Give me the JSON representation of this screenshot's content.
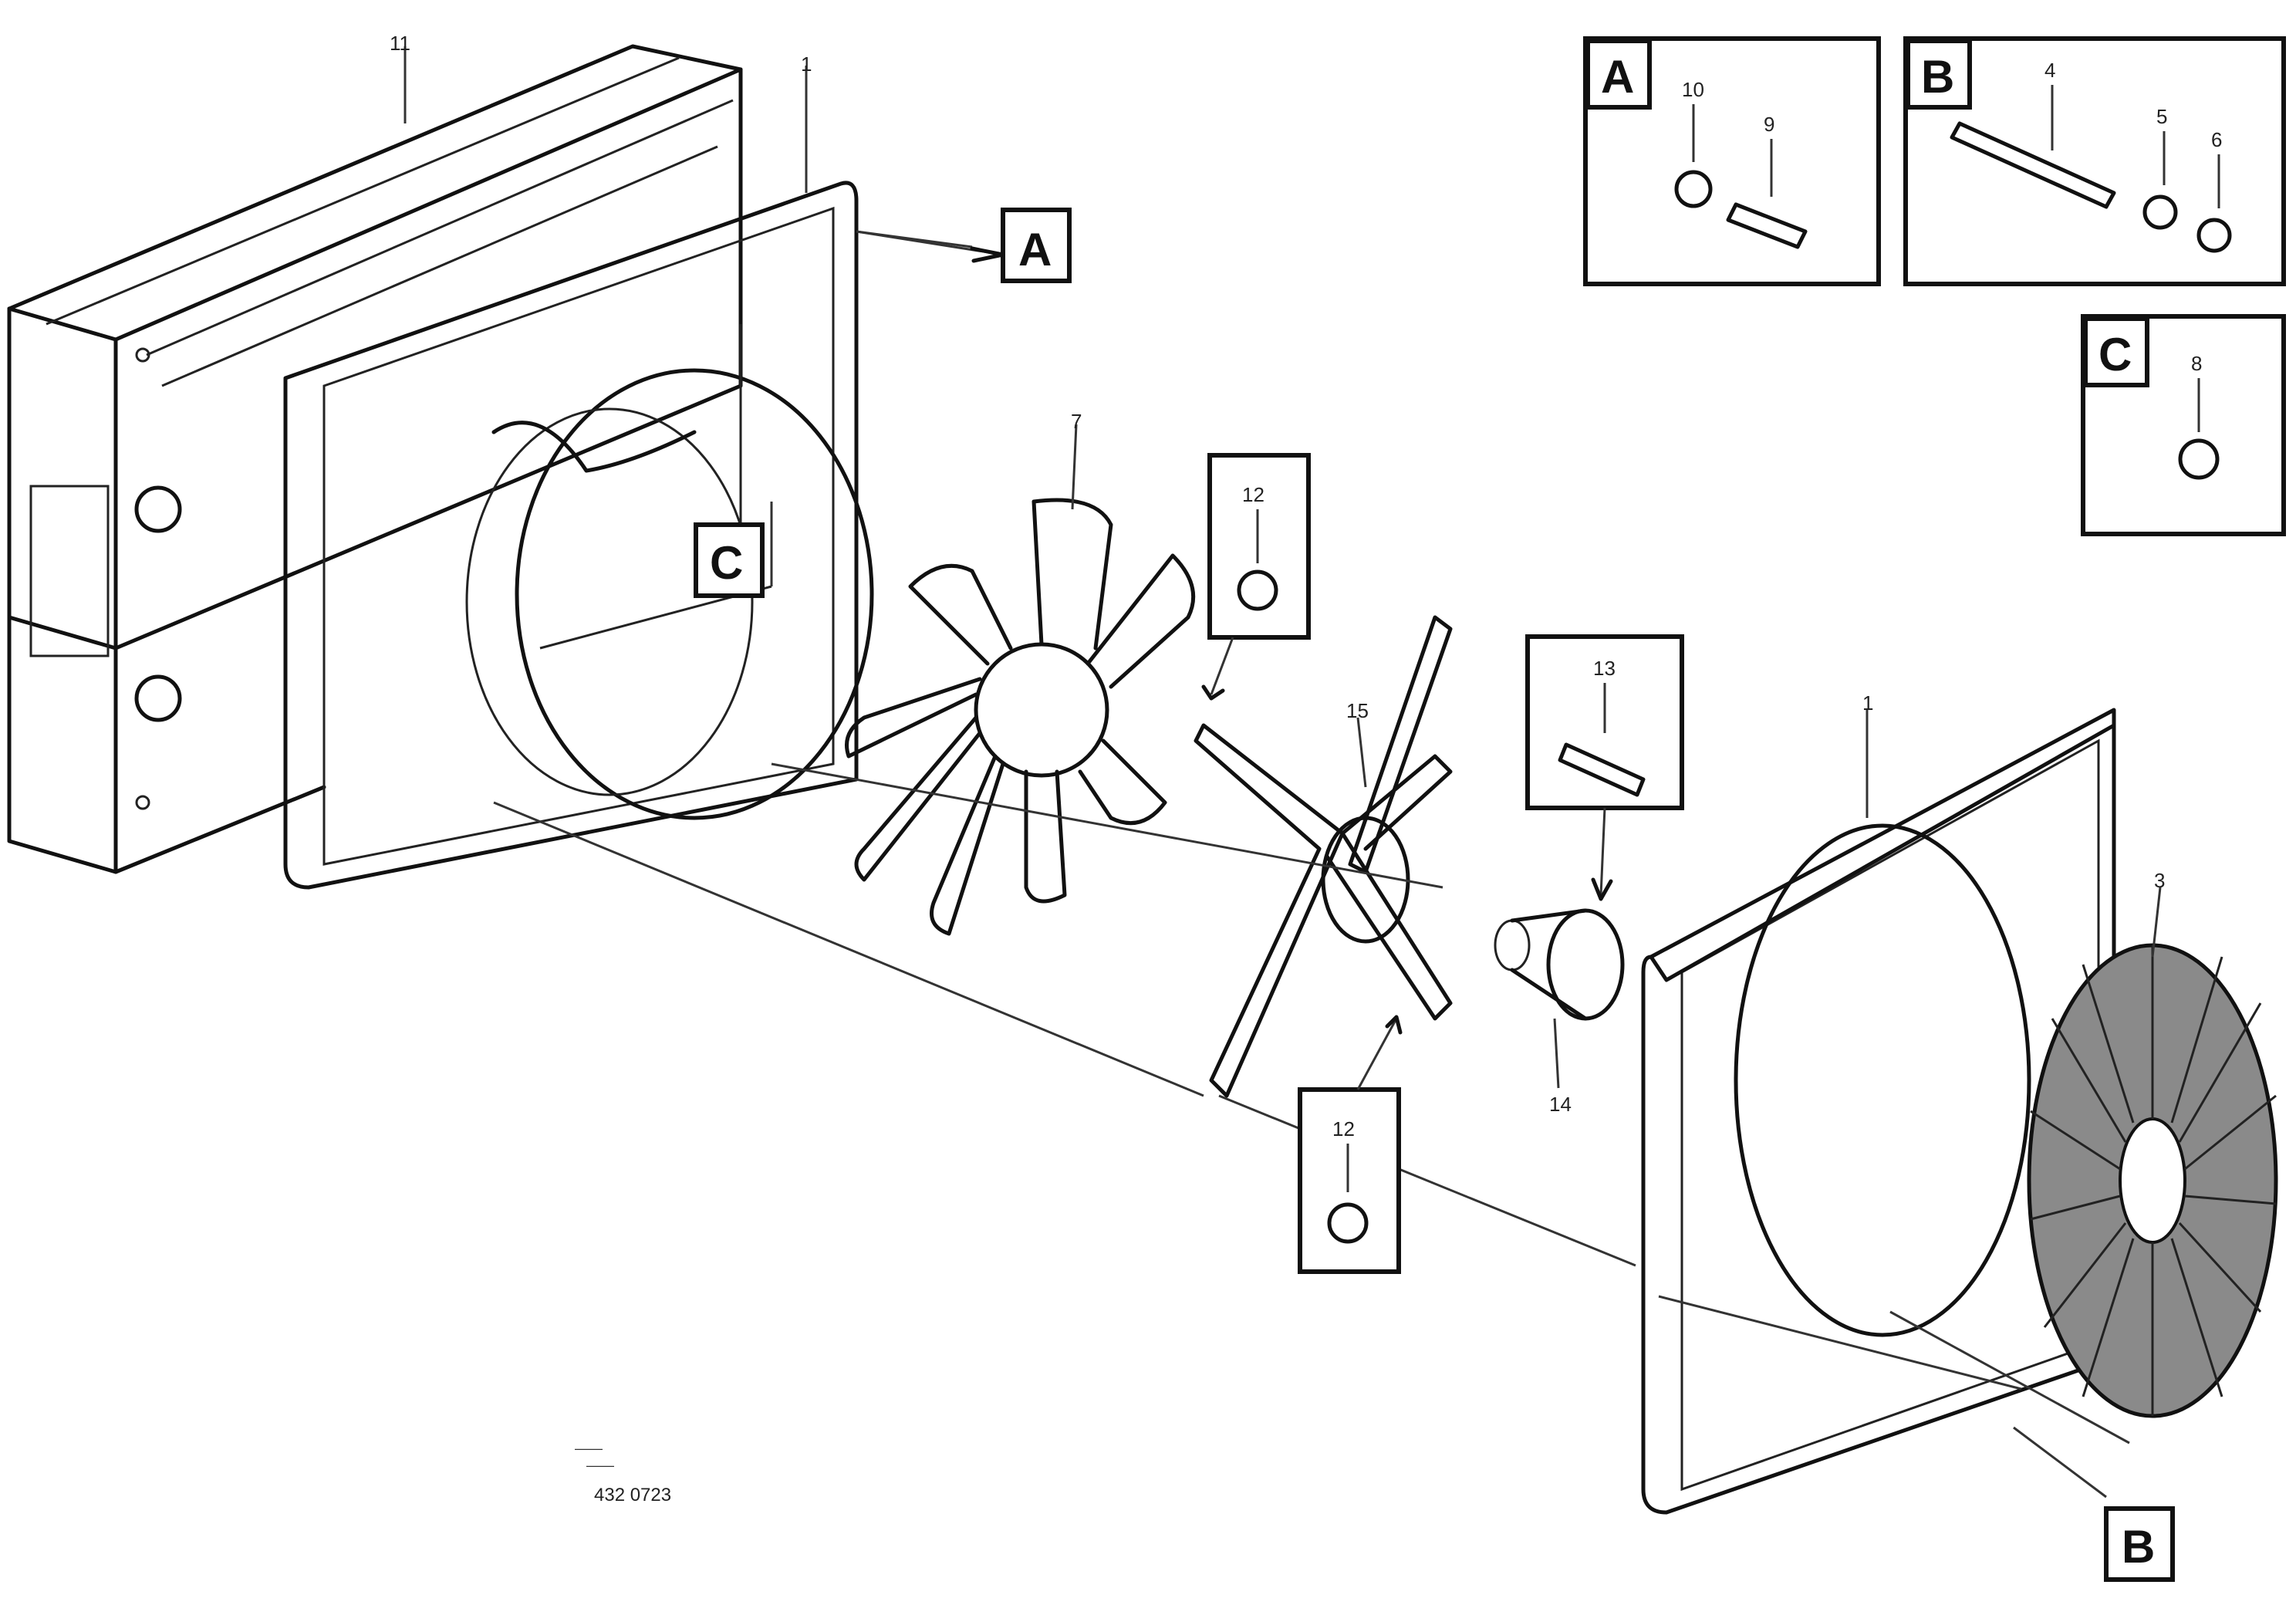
{
  "diagram": {
    "reference_letters": {
      "a": "A",
      "b": "B",
      "c": "C"
    },
    "inset_a": {
      "letter": "A",
      "numbers": [
        "10",
        "9"
      ]
    },
    "inset_b": {
      "letter": "B",
      "numbers": [
        "4",
        "5",
        "6"
      ]
    },
    "inset_c": {
      "letter": "C",
      "numbers": [
        "8"
      ]
    },
    "callout_washer_upper": {
      "number": "12"
    },
    "callout_bolt": {
      "number": "13"
    },
    "callout_washer_lower": {
      "number": "12"
    },
    "part_numbers": {
      "radiator": "11",
      "shroud": "1",
      "fan": "7",
      "hub_bracket": "15",
      "pulley": "14",
      "frame": "1",
      "guard": "3"
    },
    "caption": {
      "line1": "——",
      "line2": "——",
      "id": "432 0723"
    }
  }
}
